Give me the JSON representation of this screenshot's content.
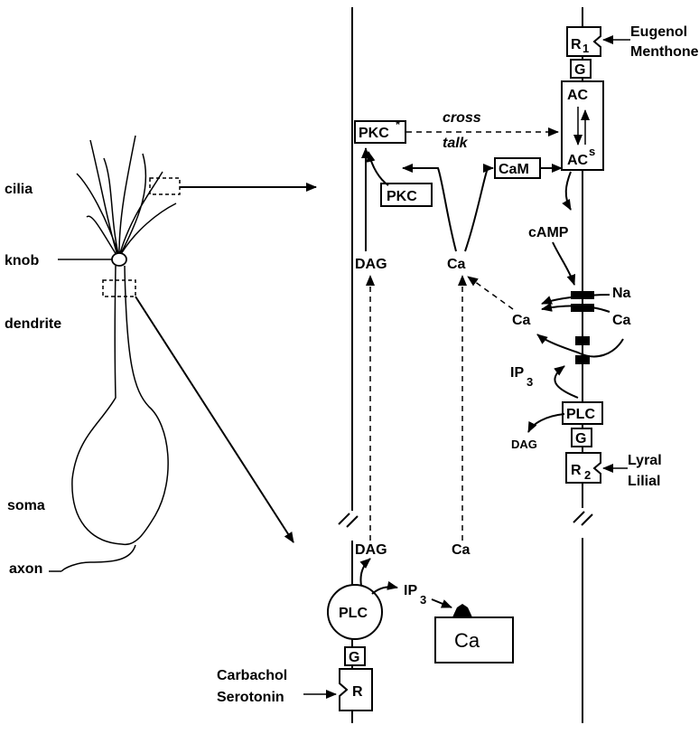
{
  "neuron": {
    "cilia": "cilia",
    "knob": "knob",
    "dendrite": "dendrite",
    "soma": "soma",
    "axon": "axon"
  },
  "cilia_membrane": {
    "r1": "R",
    "r1_sub": "1",
    "g_top": "G",
    "eugenol": "Eugenol",
    "menthone": "Menthone",
    "ac": "AC",
    "ac_s": "AC",
    "ac_s_sup": "s",
    "pkc_star": "PKC",
    "pkc_star_sup": "*",
    "cross": "cross",
    "talk": "talk",
    "cam": "CaM",
    "pkc": "PKC",
    "camp": "cAMP",
    "dag_upper": "DAG",
    "ca_upper": "Ca",
    "na": "Na",
    "ca_left": "Ca",
    "ca_right": "Ca",
    "ip3": "IP",
    "ip3_sub": "3",
    "plc_r": "PLC",
    "dag_r": "DAG",
    "g_r": "G",
    "r2": "R",
    "r2_sub": "2",
    "lyral": "Lyral",
    "lilial": "Lilial"
  },
  "dendrite_membrane": {
    "dag_lower": "DAG",
    "ca_lower": "Ca",
    "plc": "PLC",
    "ip3": "IP",
    "ip3_sub": "3",
    "ca_store": "Ca",
    "g_bottom": "G",
    "r": "R",
    "carbachol": "Carbachol",
    "serotonin": "Serotonin"
  }
}
